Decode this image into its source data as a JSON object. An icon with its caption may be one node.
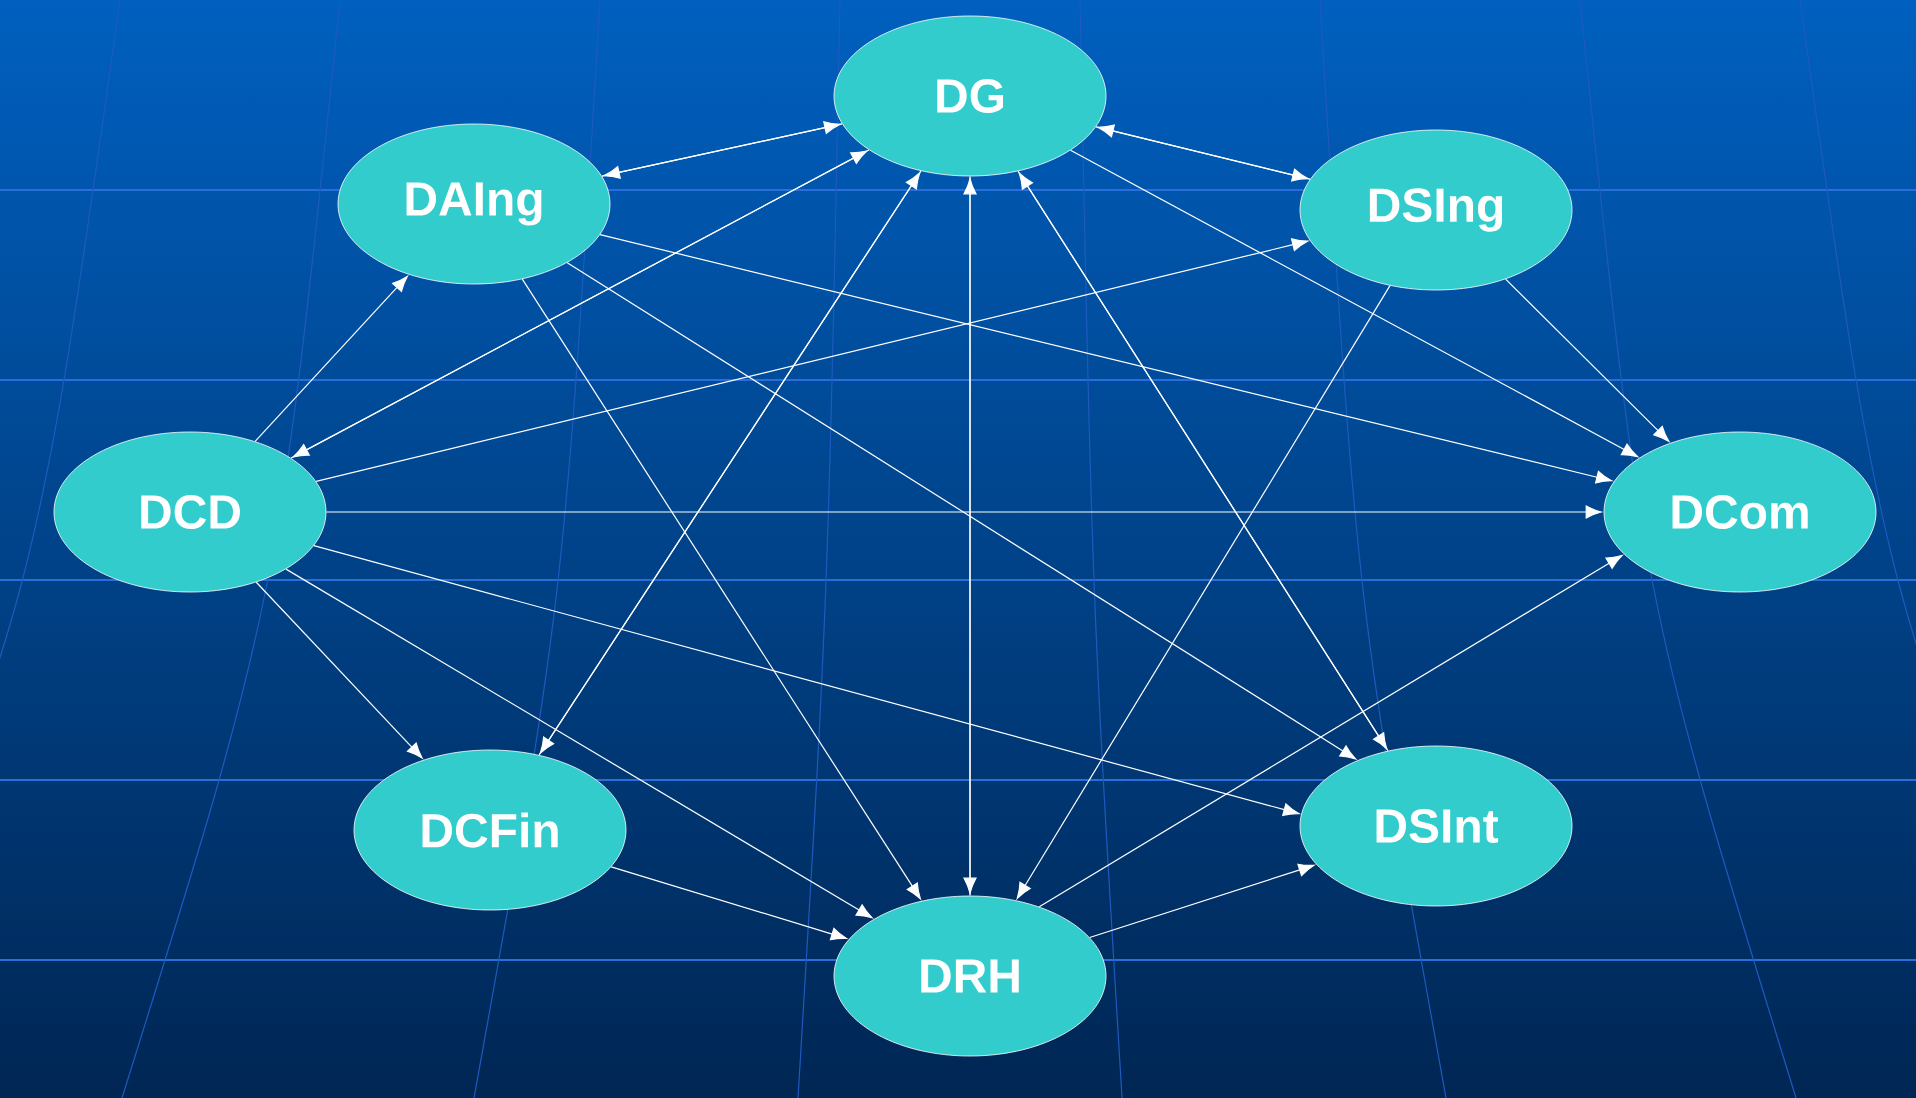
{
  "diagram": {
    "nodes": [
      {
        "text": [
          "DG"
        ]
      },
      {
        "text": [
          "DAIng"
        ]
      },
      {
        "text": [
          "DSIng"
        ]
      },
      {
        "text": [
          "DCD"
        ]
      },
      {
        "text": [
          "DCom"
        ]
      },
      {
        "text": [
          "DCFin"
        ]
      },
      {
        "text": [
          "DSInt"
        ]
      },
      {
        "text": [
          "DRH"
        ]
      }
    ],
    "edges": [
      {
        "from": 1,
        "to": 0,
        "arrow": "to"
      },
      {
        "from": 0,
        "to": 1,
        "arrow": "to"
      },
      {
        "from": 2,
        "to": 0,
        "arrow": "to"
      },
      {
        "from": 0,
        "to": 2,
        "arrow": "to"
      },
      {
        "from": 3,
        "to": 0,
        "arrow": "to"
      },
      {
        "from": 0,
        "to": 3,
        "arrow": "to"
      },
      {
        "from": 3,
        "to": 1,
        "arrow": "to"
      },
      {
        "from": 3,
        "to": 2,
        "arrow": "to"
      },
      {
        "from": 3,
        "to": 4,
        "arrow": "to"
      },
      {
        "from": 3,
        "to": 5,
        "arrow": "to"
      },
      {
        "from": 3,
        "to": 7,
        "arrow": "to"
      },
      {
        "from": 3,
        "to": 6,
        "arrow": "to"
      },
      {
        "from": 0,
        "to": 4,
        "arrow": "to"
      },
      {
        "from": 1,
        "to": 4,
        "arrow": "to"
      },
      {
        "from": 0,
        "to": 7,
        "arrow": "to"
      },
      {
        "from": 1,
        "to": 7,
        "arrow": "to"
      },
      {
        "from": 2,
        "to": 7,
        "arrow": "to"
      },
      {
        "from": 5,
        "to": 7,
        "arrow": "to"
      },
      {
        "from": 7,
        "to": 6,
        "arrow": "to"
      },
      {
        "from": 7,
        "to": 4,
        "arrow": "to"
      },
      {
        "from": 5,
        "to": 0,
        "arrow": "to"
      },
      {
        "from": 7,
        "to": 0,
        "arrow": "to"
      },
      {
        "from": 6,
        "to": 0,
        "arrow": "to"
      },
      {
        "from": 0,
        "to": 6,
        "arrow": "to"
      },
      {
        "from": 0,
        "to": 5,
        "arrow": "to"
      },
      {
        "from": 1,
        "to": 6,
        "arrow": "to"
      },
      {
        "from": 2,
        "to": 4,
        "arrow": "to"
      }
    ]
  }
}
